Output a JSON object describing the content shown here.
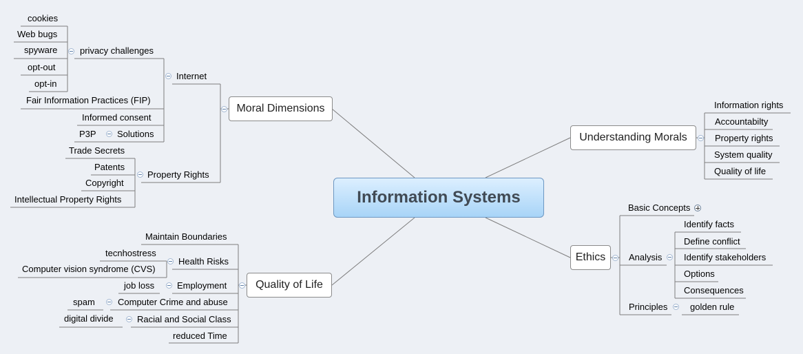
{
  "central": "Information Systems",
  "moral_dimensions": {
    "label": "Moral Dimensions",
    "internet": {
      "label": "Internet",
      "privacy_challenges": {
        "label": "privacy challenges",
        "items": [
          "cookies",
          "Web bugs",
          "spyware",
          "opt-out",
          "opt-in"
        ]
      },
      "fip": "Fair Information Practices (FIP)",
      "informed_consent": "Informed consent",
      "solutions": {
        "label": "Solutions",
        "items": [
          "P3P"
        ]
      }
    },
    "property_rights": {
      "label": "Property Rights",
      "items": [
        "Trade Secrets",
        "Patents",
        "Copyright",
        "Intellectual Property Rights"
      ]
    }
  },
  "quality_of_life": {
    "label": "Quality of Life",
    "maintain_boundaries": "Maintain Boundaries",
    "health_risks": {
      "label": "Health Risks",
      "items": [
        "tecnhostress",
        "Computer vision syndrome (CVS)"
      ]
    },
    "employment": {
      "label": "Employment",
      "items": [
        "job loss"
      ]
    },
    "computer_crime": {
      "label": "Computer Crime and abuse",
      "items": [
        "spam"
      ]
    },
    "racial_social": {
      "label": "Racial and Social Class",
      "items": [
        "digital divide"
      ]
    },
    "reduced_time": "reduced Time"
  },
  "understanding_morals": {
    "label": "Understanding Morals",
    "items": [
      "Information rights",
      "Accountabilty",
      "Property rights",
      "System quality",
      "Quality of life"
    ]
  },
  "ethics": {
    "label": "Ethics",
    "basic_concepts": "Basic Concepts",
    "analysis": {
      "label": "Analysis",
      "items": [
        "Identify facts",
        "Define conflict",
        "Identify stakeholders",
        "Options",
        "Consequences"
      ]
    },
    "principles": {
      "label": "Principles",
      "items": [
        "golden rule"
      ]
    }
  },
  "colors": {
    "line": "#7d7d7d",
    "center_fill": "#a8d4f7",
    "background": "#edf0f5"
  }
}
